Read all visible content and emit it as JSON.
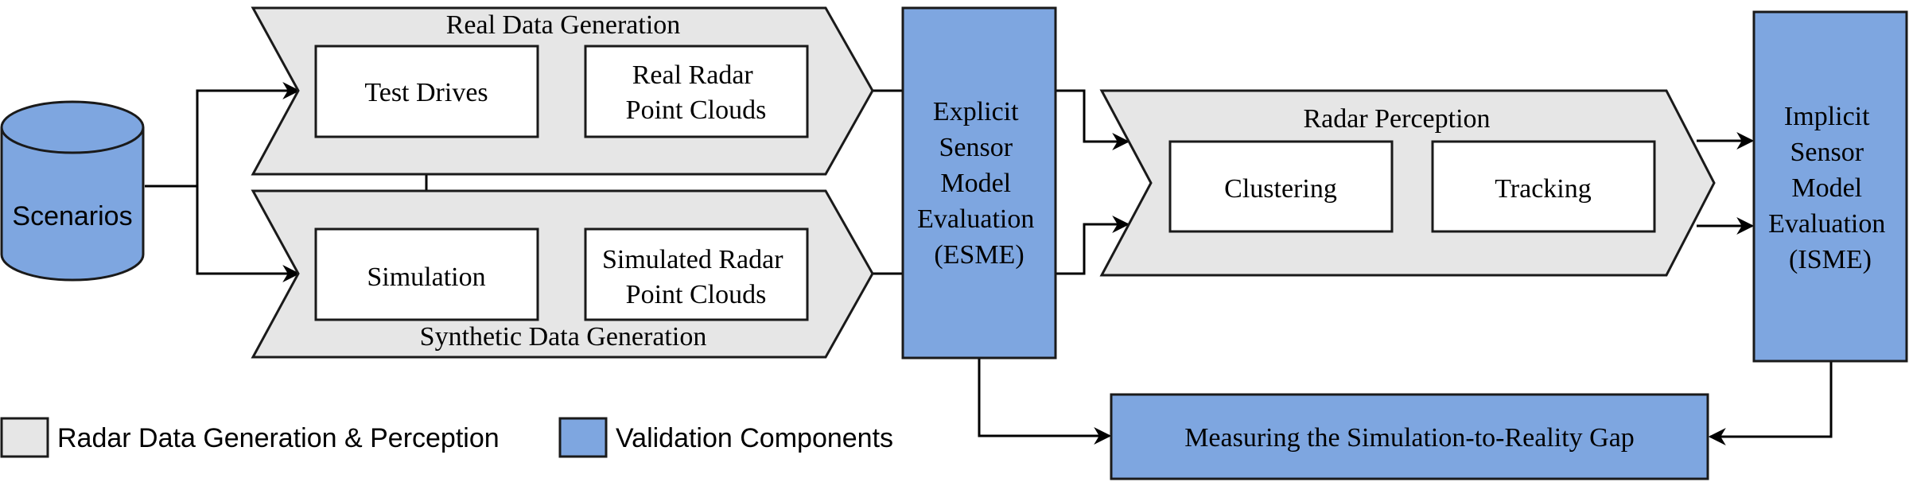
{
  "colors": {
    "perception_fill": "#e6e6e6",
    "validation_fill": "#7ea6e0",
    "box_fill": "#ffffff",
    "line": "#000000"
  },
  "nodes": {
    "scenarios": "Scenarios",
    "real_data_generation": "Real Data Generation",
    "test_drives": "Test Drives",
    "real_radar_point_clouds": [
      "Real Radar",
      "Point Clouds"
    ],
    "synthetic_data_generation": "Synthetic Data Generation",
    "simulation": "Simulation",
    "simulated_radar_point_clouds": [
      "Simulated Radar",
      "Point Clouds"
    ],
    "esme": [
      "Explicit",
      "Sensor",
      "Model",
      "Evaluation",
      "(ESME)"
    ],
    "radar_perception": "Radar Perception",
    "clustering": "Clustering",
    "tracking": "Tracking",
    "isme": [
      "Implicit",
      "Sensor",
      "Model",
      "Evaluation",
      "(ISME)"
    ],
    "gap": "Measuring the Simulation-to-Reality Gap"
  },
  "legend": [
    {
      "label": "Radar Data Generation & Perception",
      "color": "#e6e6e6"
    },
    {
      "label": "Validation Components",
      "color": "#7ea6e0"
    }
  ]
}
